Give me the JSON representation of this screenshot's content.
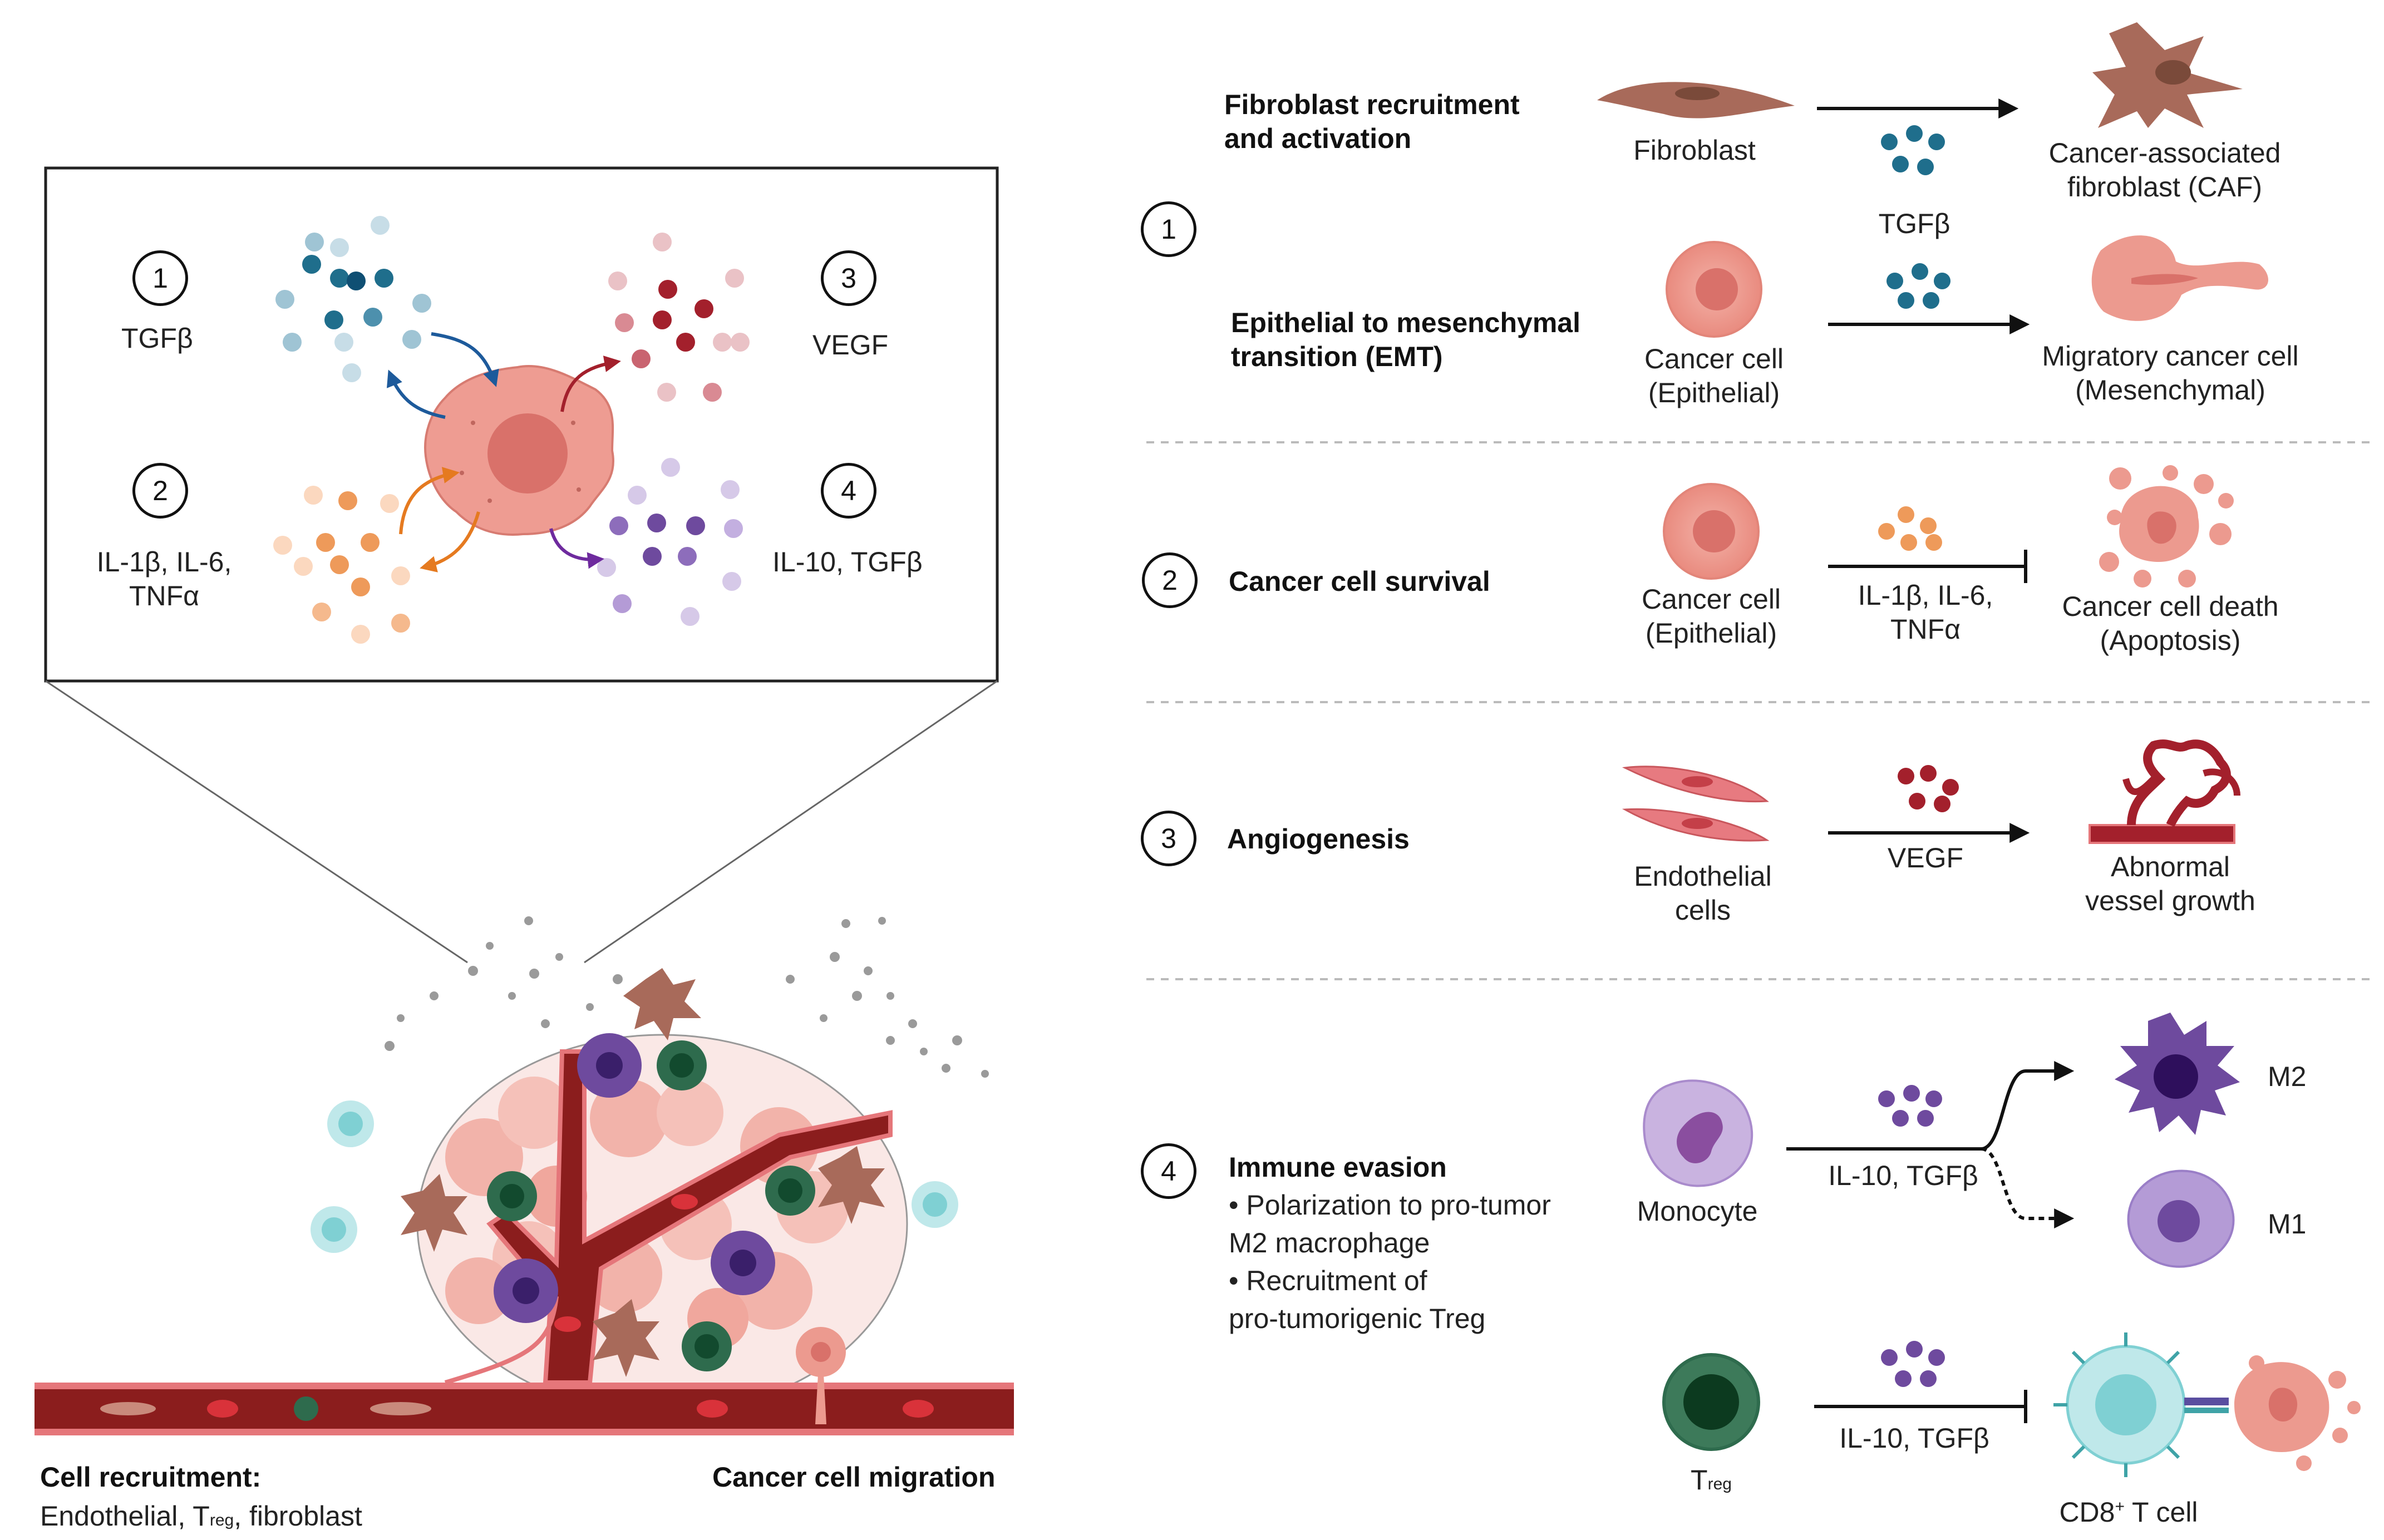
{
  "inset": {
    "markers": [
      "1",
      "2",
      "3",
      "4"
    ],
    "labels": [
      "TGFβ",
      "IL-1β, IL-6,",
      "TNFα",
      "VEGF",
      "IL-10, TGFβ"
    ]
  },
  "bottom_left": {
    "recruitment_title": "Cell recruitment:",
    "recruitment_text_a": "Endothelial, T",
    "recruitment_text_sub": "reg",
    "recruitment_text_b": ", fibroblast",
    "migration_title": "Cancer cell migration"
  },
  "row1": {
    "marker": "1",
    "title_a_line1": "Fibroblast recruitment",
    "title_a_line2": "and activation",
    "fibroblast": "Fibroblast",
    "tgfb": "TGFβ",
    "caf_line1": "Cancer-associated",
    "caf_line2": "fibroblast (CAF)",
    "title_b_line1": "Epithelial to mesenchymal",
    "title_b_line2": "transition (EMT)",
    "cancer_cell_line1": "Cancer cell",
    "cancer_cell_line2": "(Epithelial)",
    "migratory_line1": "Migratory cancer cell",
    "migratory_line2": "(Mesenchymal)"
  },
  "row2": {
    "marker": "2",
    "title": "Cancer cell survival",
    "cancer_cell_line1": "Cancer cell",
    "cancer_cell_line2": "(Epithelial)",
    "cytokines_line1": "IL-1β, IL-6,",
    "cytokines_line2": "TNFα",
    "death_line1": "Cancer cell death",
    "death_line2": "(Apoptosis)"
  },
  "row3": {
    "marker": "3",
    "title": "Angiogenesis",
    "endothelial_line1": "Endothelial",
    "endothelial_line2": "cells",
    "vegf": "VEGF",
    "vessel_line1": "Abnormal",
    "vessel_line2": "vessel growth"
  },
  "row4": {
    "marker": "4",
    "title": "Immune evasion",
    "bullet1_line1": "• Polarization to pro-tumor",
    "bullet1_line2": "M2 macrophage",
    "bullet2_line1": "• Recruitment of",
    "bullet2_line2": "pro-tumorigenic Treg",
    "monocyte": "Monocyte",
    "cytokines": "IL-10, TGFβ",
    "m2": "M2",
    "m1": "M1",
    "treg_main": "T",
    "treg_sub": "reg",
    "cytokines_b": "IL-10, TGFβ",
    "cd8_main": "CD8",
    "cd8_sup": "+",
    "cd8_rest": " T cell"
  },
  "colors": {
    "tgfb": "#1f6e8c",
    "il": "#ee9a5a",
    "vegf": "#a3202c",
    "il10": "#6e4a9e",
    "cancer": "#ec9a8f",
    "vessel": "#8b1d1d",
    "fibroblast": "#a86a5a",
    "treg": "#2e6b4d",
    "tcell": "#7fd0d3"
  }
}
